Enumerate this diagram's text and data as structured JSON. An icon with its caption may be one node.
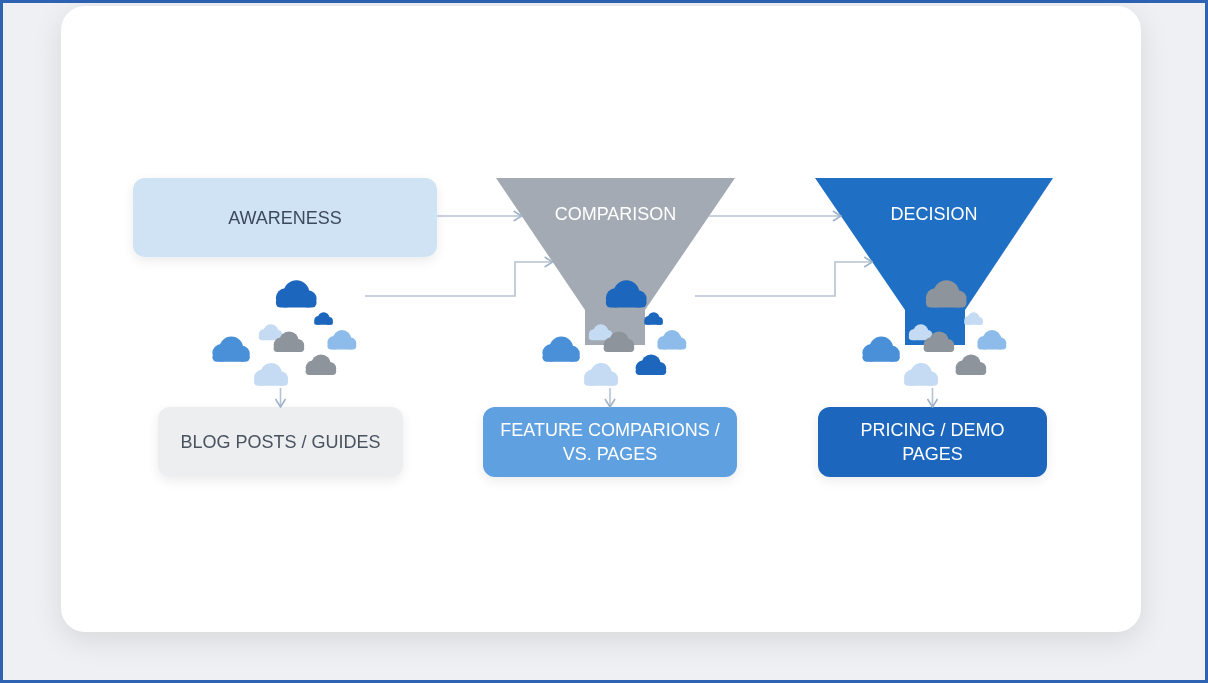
{
  "diagram": {
    "nodes": [
      {
        "text": [
          "AWARENESS"
        ]
      },
      {
        "text": [
          "COMPARISON"
        ]
      },
      {
        "text": [
          "DECISION"
        ]
      },
      {
        "text": [],
        "shape": "cloud"
      },
      {
        "text": [],
        "shape": "cloud"
      },
      {
        "text": [],
        "shape": "cloud"
      },
      {
        "text": [
          "BLOG POSTS / GUIDES"
        ]
      },
      {
        "text": [
          "FEATURE COMPARIONS / VS. PAGES"
        ]
      },
      {
        "text": [
          "PRICING / DEMO PAGES"
        ]
      }
    ],
    "edges": [
      {
        "from": 0,
        "to": 1,
        "arrow": "to"
      },
      {
        "from": 1,
        "to": 2,
        "arrow": "to"
      },
      {
        "from": 3,
        "to": 1,
        "arrow": "to"
      },
      {
        "from": 4,
        "to": 2,
        "arrow": "to"
      },
      {
        "from": 3,
        "to": 6,
        "arrow": "to"
      },
      {
        "from": 4,
        "to": 7,
        "arrow": "to"
      },
      {
        "from": 5,
        "to": 8,
        "arrow": "to"
      }
    ]
  }
}
